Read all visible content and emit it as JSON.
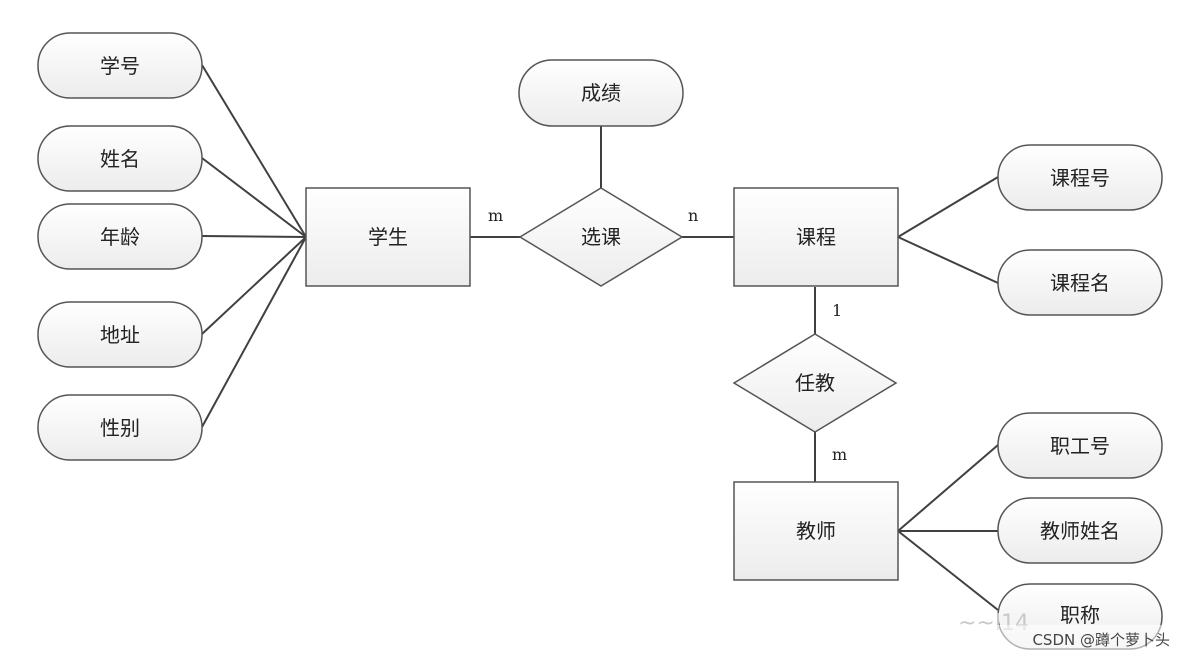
{
  "entities": {
    "student": "学生",
    "course": "课程",
    "teacher": "教师"
  },
  "relationships": {
    "select_course": "选课",
    "teach": "任教"
  },
  "attributes": {
    "student_id": "学号",
    "name": "姓名",
    "age": "年龄",
    "address": "地址",
    "gender": "性别",
    "score": "成绩",
    "course_id": "课程号",
    "course_name": "课程名",
    "staff_id": "职工号",
    "teacher_name": "教师姓名",
    "title": "职称"
  },
  "cardinalities": {
    "student_select": "m",
    "select_course": "n",
    "course_teach": "1",
    "teach_teacher": "m"
  },
  "watermark": {
    "faint": "~~l14",
    "label": "CSDN @蹲个萝卜头"
  },
  "colors": {
    "fill": "#f3f3f3",
    "stroke": "#555555",
    "line": "#404040"
  }
}
